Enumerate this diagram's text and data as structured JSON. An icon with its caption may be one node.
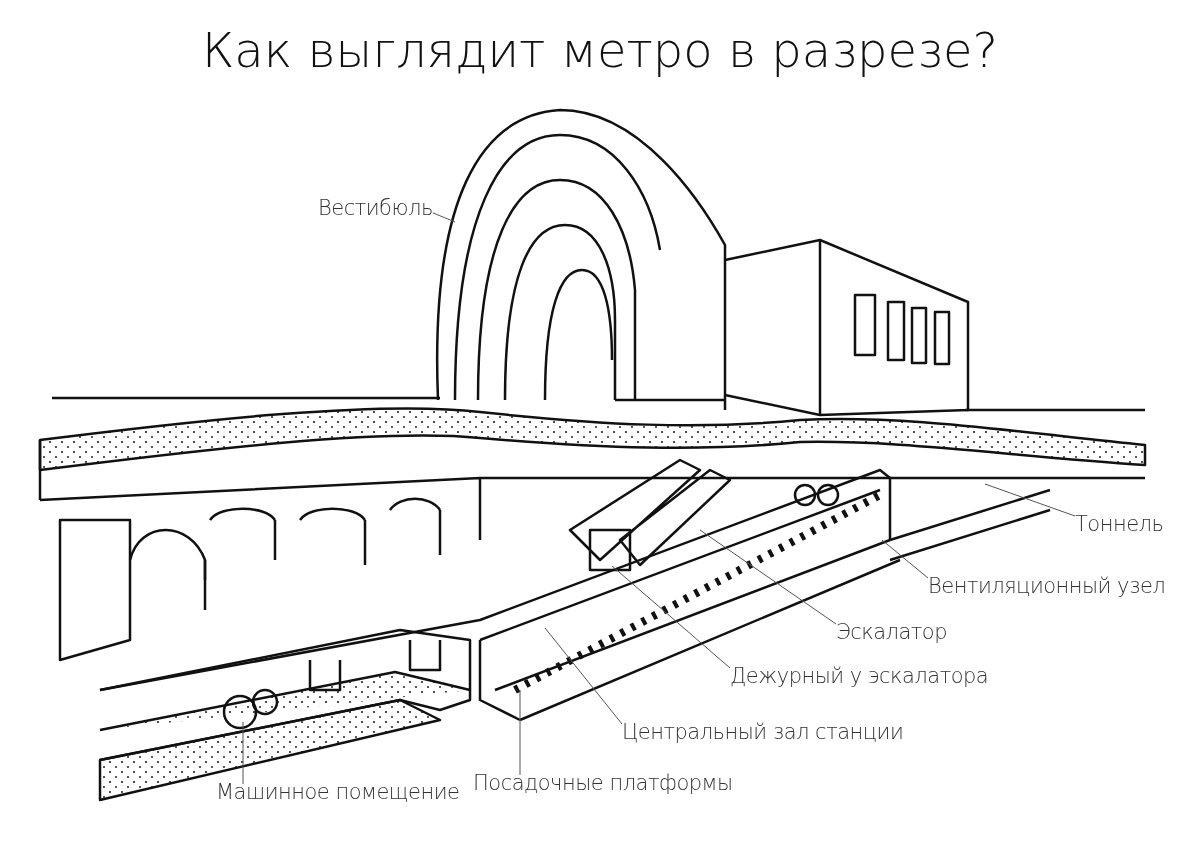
{
  "diagram": {
    "title": "Как выглядит метро в разрезе?",
    "nodes": [
      {
        "text": [
          "Вестибюль"
        ]
      },
      {
        "text": [
          "Тоннель"
        ]
      },
      {
        "text": [
          "Вентиляционный узел"
        ]
      },
      {
        "text": [
          "Эскалатор"
        ]
      },
      {
        "text": [
          "Дежурный у эскалатора"
        ]
      },
      {
        "text": [
          "Центральный зал станции"
        ]
      },
      {
        "text": [
          "Посадочные платформы"
        ]
      },
      {
        "text": [
          "Машинное помещение"
        ]
      }
    ],
    "edges": [
      {
        "from": 0,
        "to": null,
        "arrow": "none"
      },
      {
        "from": 1,
        "to": null,
        "arrow": "none"
      },
      {
        "from": 2,
        "to": null,
        "arrow": "none"
      },
      {
        "from": 3,
        "to": null,
        "arrow": "none"
      },
      {
        "from": 4,
        "to": null,
        "arrow": "none"
      },
      {
        "from": 5,
        "to": null,
        "arrow": "none"
      },
      {
        "from": 6,
        "to": null,
        "arrow": "none"
      },
      {
        "from": 7,
        "to": null,
        "arrow": "none"
      }
    ]
  }
}
